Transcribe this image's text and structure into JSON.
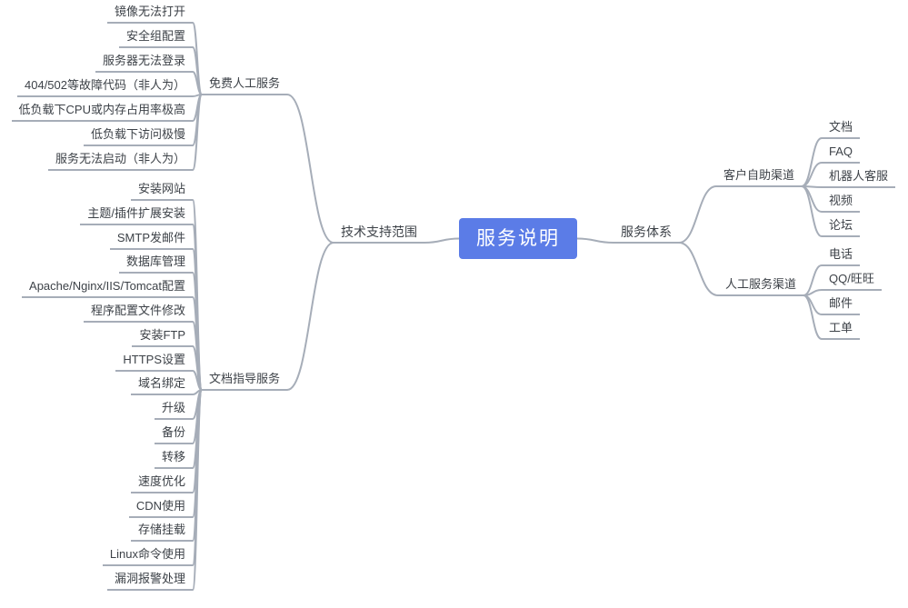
{
  "root": {
    "label": "服务说明"
  },
  "colors": {
    "root_bg": "#5b7ce7",
    "root_text": "#ffffff",
    "line": "#a6adb8",
    "text": "#3d4248"
  },
  "branches": [
    {
      "label": "技术支持范围",
      "children": [
        {
          "label": "免费人工服务",
          "children": [
            {
              "label": "镜像无法打开"
            },
            {
              "label": "安全组配置"
            },
            {
              "label": "服务器无法登录"
            },
            {
              "label": "404/502等故障代码（非人为）"
            },
            {
              "label": "低负载下CPU或内存占用率极高"
            },
            {
              "label": "低负载下访问极慢"
            },
            {
              "label": "服务无法启动（非人为）"
            }
          ]
        },
        {
          "label": "文档指导服务",
          "children": [
            {
              "label": "安装网站"
            },
            {
              "label": "主题/插件扩展安装"
            },
            {
              "label": "SMTP发邮件"
            },
            {
              "label": "数据库管理"
            },
            {
              "label": "Apache/Nginx/IIS/Tomcat配置"
            },
            {
              "label": "程序配置文件修改"
            },
            {
              "label": "安装FTP"
            },
            {
              "label": "HTTPS设置"
            },
            {
              "label": "域名绑定"
            },
            {
              "label": "升级"
            },
            {
              "label": "备份"
            },
            {
              "label": "转移"
            },
            {
              "label": "速度优化"
            },
            {
              "label": "CDN使用"
            },
            {
              "label": "存储挂载"
            },
            {
              "label": "Linux命令使用"
            },
            {
              "label": "漏洞报警处理"
            }
          ]
        }
      ]
    },
    {
      "label": "服务体系",
      "children": [
        {
          "label": "客户自助渠道",
          "children": [
            {
              "label": "文档"
            },
            {
              "label": "FAQ"
            },
            {
              "label": "机器人客服"
            },
            {
              "label": "视频"
            },
            {
              "label": "论坛"
            }
          ]
        },
        {
          "label": "人工服务渠道",
          "children": [
            {
              "label": "电话"
            },
            {
              "label": "QQ/旺旺"
            },
            {
              "label": "邮件"
            },
            {
              "label": "工单"
            }
          ]
        }
      ]
    }
  ]
}
